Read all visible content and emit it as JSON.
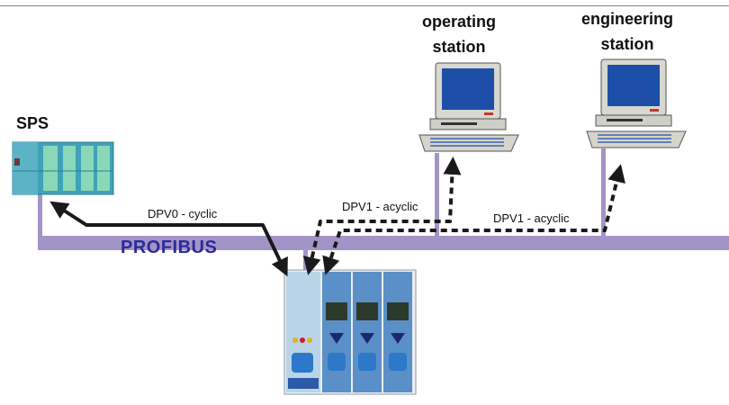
{
  "bus": {
    "label": "PROFIBUS"
  },
  "nodes": {
    "sps": {
      "title": "SPS"
    },
    "operating_station": {
      "title_line1": "operating",
      "title_line2": "station"
    },
    "engineering_station": {
      "title_line1": "engineering",
      "title_line2": "station"
    }
  },
  "links": {
    "dpv0": "DPV0 - cyclic",
    "dpv1_operating": "DPV1 - acyclic",
    "dpv1_engineering": "DPV1 - acyclic"
  },
  "colors": {
    "bus": "#a394c8",
    "bus_label": "#2a2a9a",
    "arrows": "#1a1a1a",
    "screen": "#1e4fa8",
    "plc": "#3fa2b8"
  }
}
